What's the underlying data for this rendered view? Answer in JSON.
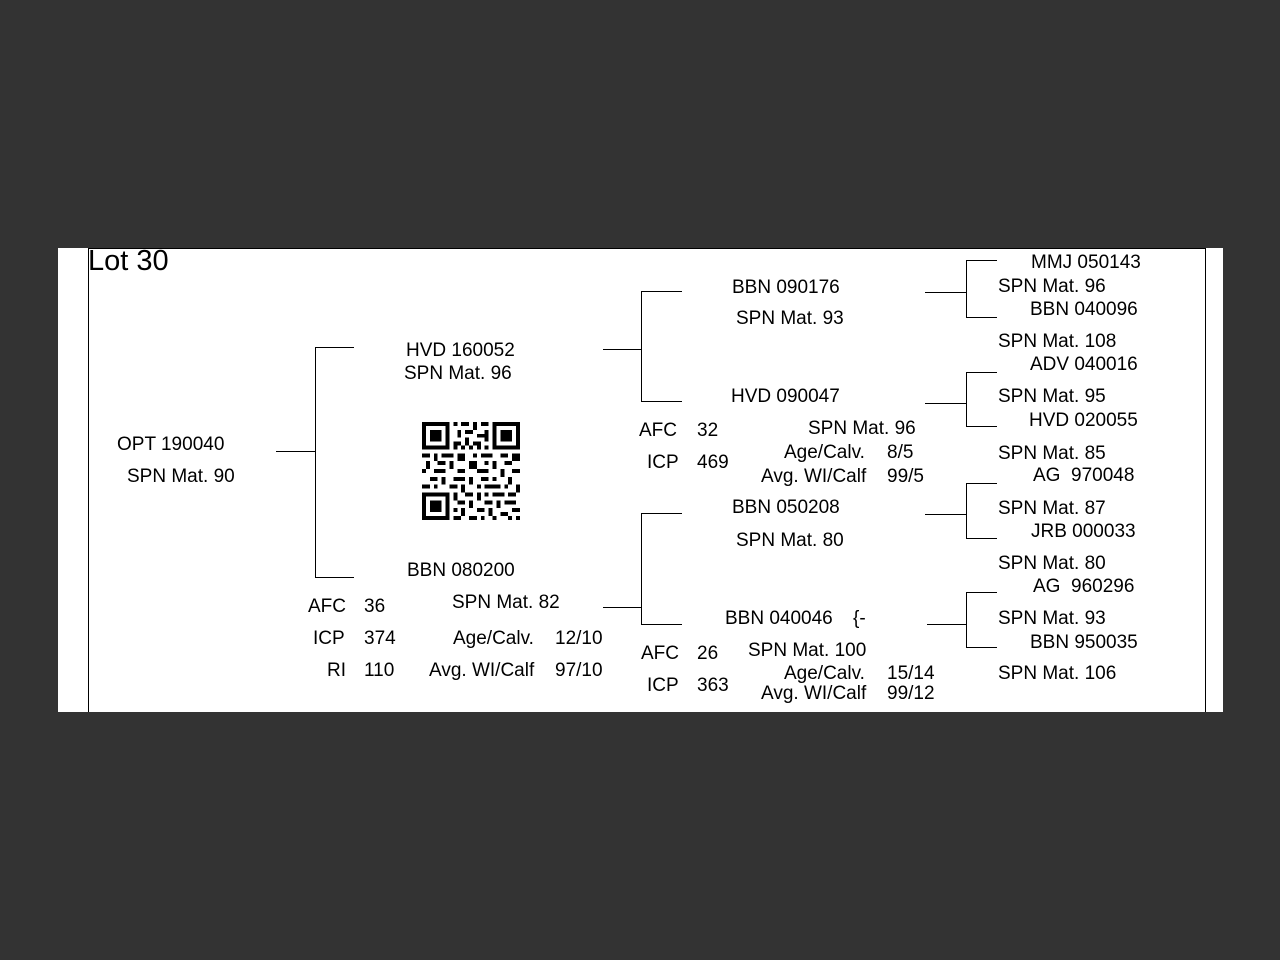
{
  "lot_title": "Lot 30",
  "subject": {
    "id": "OPT 190040",
    "mat": "SPN Mat. 90"
  },
  "sire": {
    "id": "HVD 160052",
    "mat": "SPN Mat. 96"
  },
  "dam": {
    "id": "BBN 080200",
    "mat": "SPN Mat. 82",
    "stats": [
      {
        "label": "AFC",
        "value": "36"
      },
      {
        "label": "ICP",
        "value": "374"
      },
      {
        "label": "RI",
        "value": "110"
      }
    ],
    "age_calv_label": "Age/Calv.",
    "age_calv_value": "12/10",
    "avg_wi_label": "Avg. WI/Calf",
    "avg_wi_value": "97/10"
  },
  "sire_sire": {
    "id": "BBN 090176",
    "mat": "SPN Mat. 93"
  },
  "sire_dam": {
    "id": "HVD 090047",
    "mat": "SPN Mat. 96",
    "stats": [
      {
        "label": "AFC",
        "value": "32"
      },
      {
        "label": "ICP",
        "value": "469"
      }
    ],
    "age_calv_label": "Age/Calv.",
    "age_calv_value": "8/5",
    "avg_wi_label": "Avg. WI/Calf",
    "avg_wi_value": "99/5"
  },
  "dam_sire": {
    "id": "BBN 050208",
    "mat": "SPN Mat. 80"
  },
  "dam_dam": {
    "id": "BBN 040046",
    "mark": "{-",
    "mat": "SPN Mat. 100",
    "stats": [
      {
        "label": "AFC",
        "value": "26"
      },
      {
        "label": "ICP",
        "value": "363"
      }
    ],
    "age_calv_label": "Age/Calv.",
    "age_calv_value": "15/14",
    "avg_wi_label": "Avg. WI/Calf",
    "avg_wi_value": "99/12"
  },
  "g3": [
    {
      "id": "MMJ 050143",
      "mat": "SPN Mat. 96"
    },
    {
      "id": "BBN 040096",
      "mat": "SPN Mat. 108"
    },
    {
      "id": "ADV 040016",
      "mat": "SPN Mat. 95"
    },
    {
      "id": "HVD 020055",
      "mat": "SPN Mat. 85"
    },
    {
      "id": "AG  970048",
      "mat": "SPN Mat. 87"
    },
    {
      "id": "JRB 000033",
      "mat": "SPN Mat. 80"
    },
    {
      "id": "AG  960296",
      "mat": "SPN Mat. 93"
    },
    {
      "id": "BBN 950035",
      "mat": "SPN Mat. 106"
    }
  ]
}
